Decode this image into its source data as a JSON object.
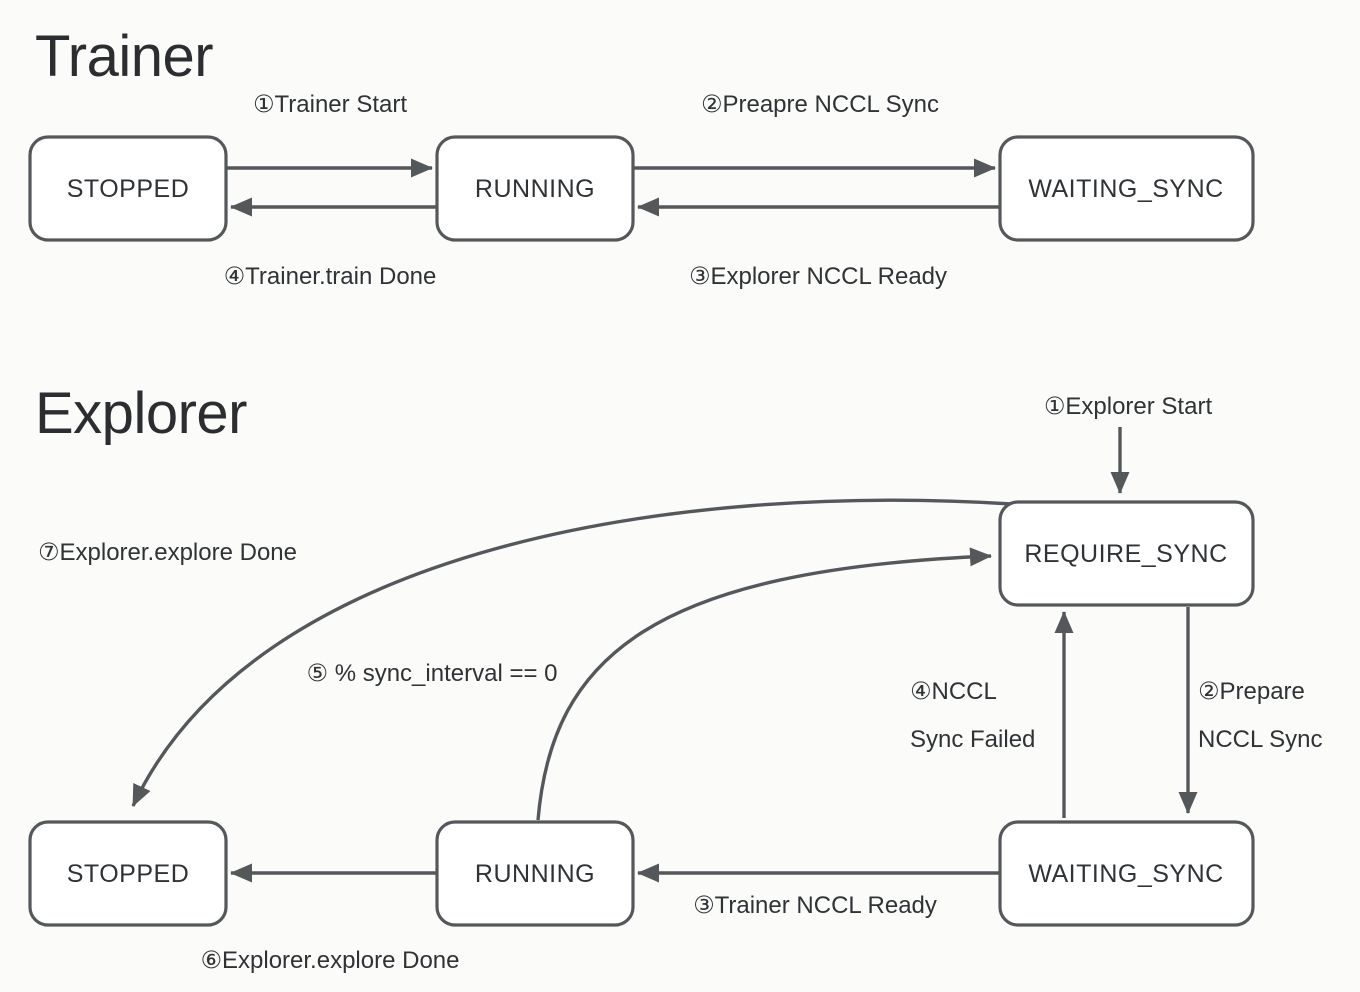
{
  "colors": {
    "stroke": "#55585b",
    "text": "#303336",
    "title": "#2b2d30",
    "bg": "#fbfbfa",
    "node_fill": "#ffffff"
  },
  "trainer": {
    "title": "Trainer",
    "nodes": {
      "stopped": "STOPPED",
      "running": "RUNNING",
      "waiting_sync": "WAITING_SYNC"
    },
    "edges": {
      "start": "①Trainer Start",
      "prepare_nccl_sync": "②Preapre NCCL Sync",
      "explorer_nccl_ready": "③Explorer NCCL Ready",
      "train_done": "④Trainer.train Done"
    }
  },
  "explorer": {
    "title": "Explorer",
    "nodes": {
      "require_sync": "REQUIRE_SYNC",
      "stopped": "STOPPED",
      "running": "RUNNING",
      "waiting_sync": "WAITING_SYNC"
    },
    "edges": {
      "start": "①Explorer Start",
      "prepare_line1": "②Prepare",
      "prepare_line2": "NCCL Sync",
      "trainer_nccl_ready": "③Trainer NCCL Ready",
      "nccl_failed_line1": "④NCCL",
      "nccl_failed_line2": "Sync Failed",
      "sync_interval": "⑤ % sync_interval == 0",
      "explore_done_6": "⑥Explorer.explore Done",
      "explore_done_7": "⑦Explorer.explore Done"
    }
  }
}
